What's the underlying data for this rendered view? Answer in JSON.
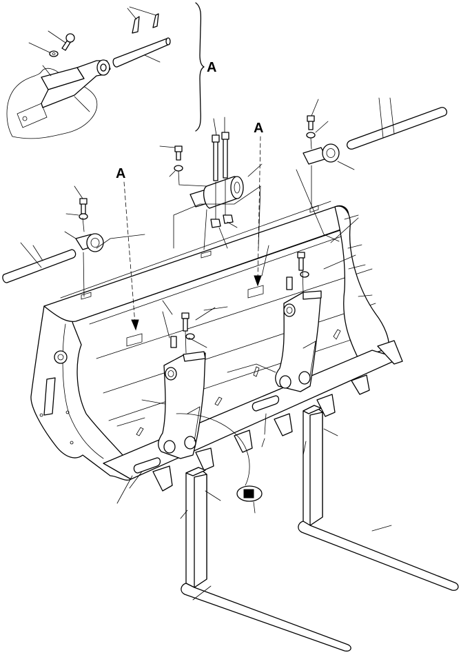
{
  "diagram": {
    "callouts": {
      "detail_group": "A",
      "arrow_center": "A",
      "arrow_left": "A"
    }
  }
}
